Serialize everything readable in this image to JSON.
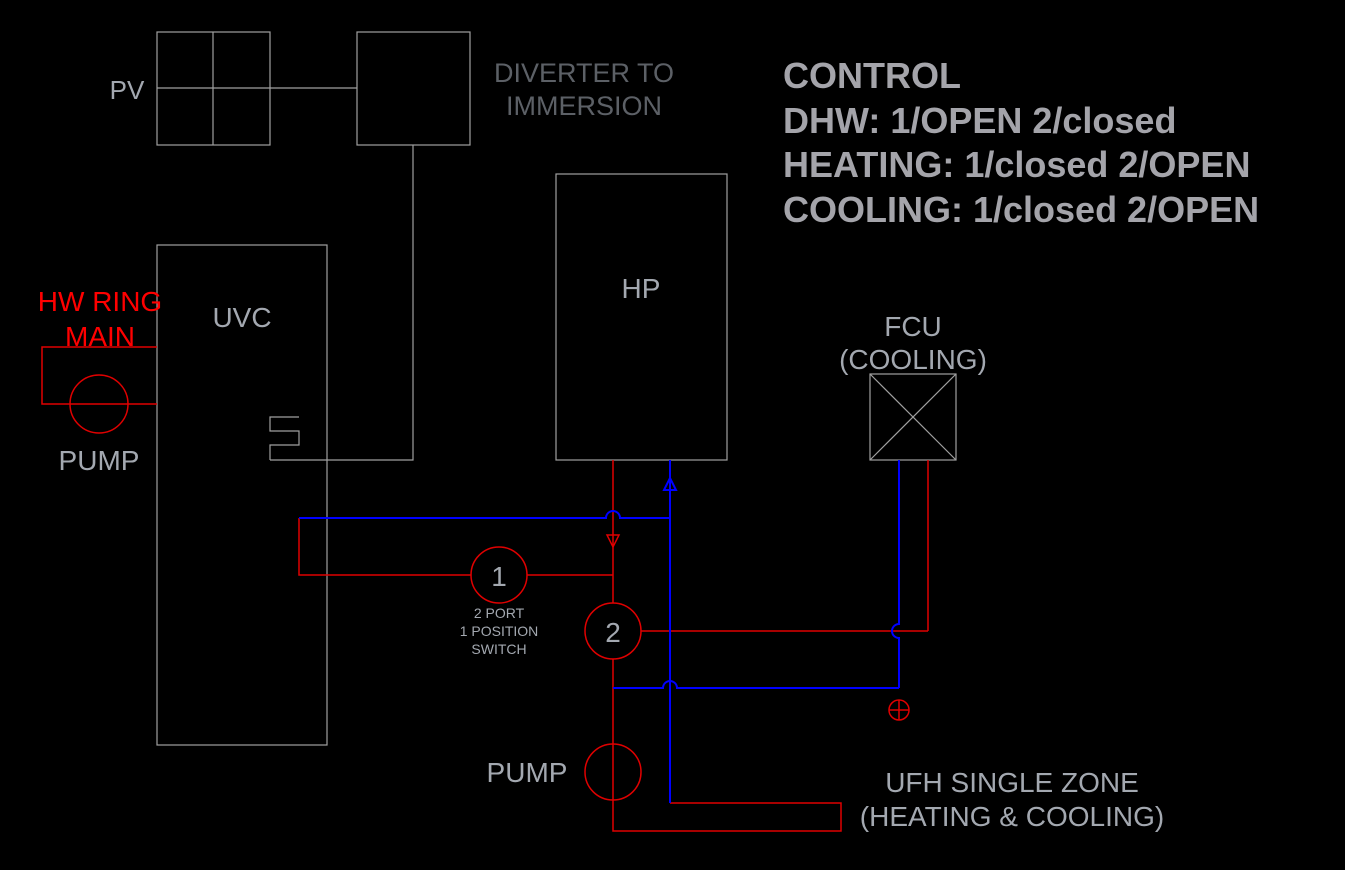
{
  "labels": {
    "pv": "PV",
    "diverter_line1": "DIVERTER TO",
    "diverter_line2": "IMMERSION",
    "hw_ring_line1": "HW RING",
    "hw_ring_line2": "MAIN",
    "uvc": "UVC",
    "pump_left": "PUMP",
    "hp": "HP",
    "fcu_line1": "FCU",
    "fcu_line2": "(COOLING)",
    "valve1": "1",
    "valve2": "2",
    "valve_note_line1": "2 PORT",
    "valve_note_line2": "1 POSITION",
    "valve_note_line3": "SWITCH",
    "pump_bottom": "PUMP",
    "ufh_line1": "UFH SINGLE ZONE",
    "ufh_line2": "(HEATING & COOLING)"
  },
  "control": {
    "title": "CONTROL",
    "lines": [
      "DHW: 1/OPEN 2/closed",
      "HEATING: 1/closed 2/OPEN",
      "COOLING: 1/closed 2/OPEN"
    ]
  },
  "colors": {
    "flow_hot": "#e00000",
    "return_cold": "#0000ff",
    "equipment": "#a0a0a0",
    "background": "#000000"
  }
}
